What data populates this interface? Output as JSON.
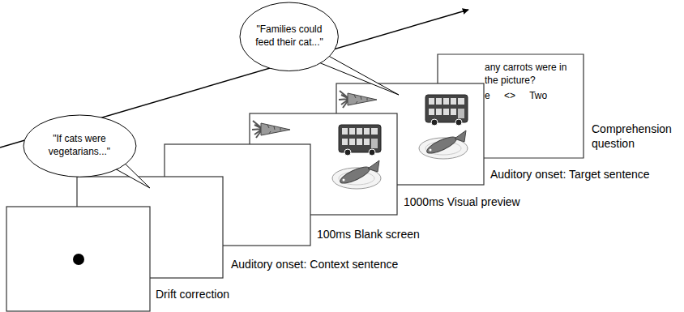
{
  "diagram": {
    "nodes": [
      {
        "text": [
          "\"If cats were vegetarians...\""
        ]
      },
      {
        "text": [
          "\"Families could feed their cat...\""
        ]
      },
      {
        "text": [
          "any carrots were in the picture?",
          "e <> Two"
        ]
      }
    ],
    "labels": [
      "Drift correction",
      "Auditory onset: Context sentence",
      "100ms Blank screen",
      "1000ms Visual preview",
      "Auditory onset: Target sentence",
      "Comprehension question"
    ]
  }
}
